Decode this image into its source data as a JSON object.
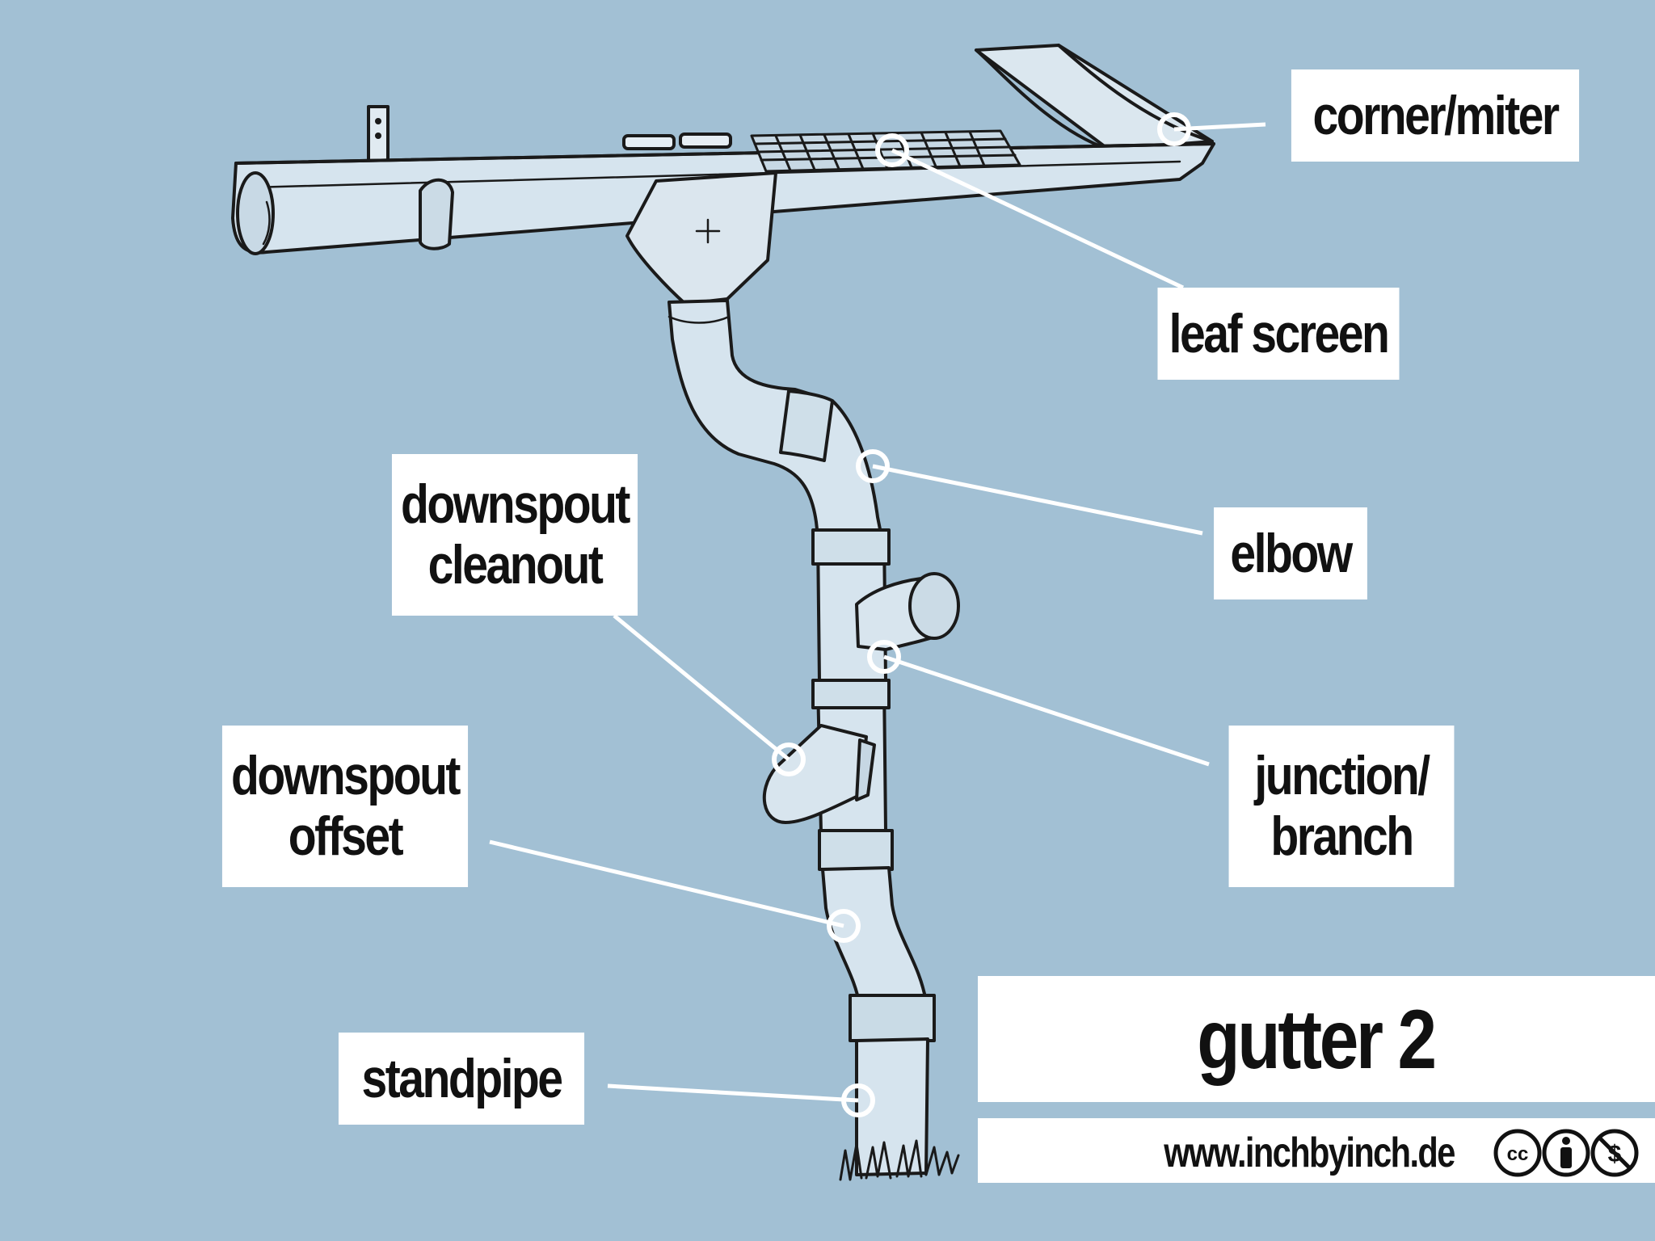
{
  "labels": {
    "corner_miter": "corner/miter",
    "leaf_screen": "leaf screen",
    "elbow": "elbow",
    "junction_branch": [
      "junction/",
      "branch"
    ],
    "downspout_cleanout": [
      "downspout",
      "cleanout"
    ],
    "downspout_offset": [
      "downspout",
      "offset"
    ],
    "standpipe": "standpipe"
  },
  "title": "gutter 2",
  "website": "www.inchbyinch.de",
  "license_icons": [
    "cc-icon",
    "attribution-icon",
    "noncommercial-icon"
  ],
  "colors": {
    "background": "#a2c0d4",
    "pipe_fill": "#d6e4ee",
    "outline": "#1a1a1a",
    "label_bg": "#ffffff",
    "leader_line": "#ffffff"
  }
}
